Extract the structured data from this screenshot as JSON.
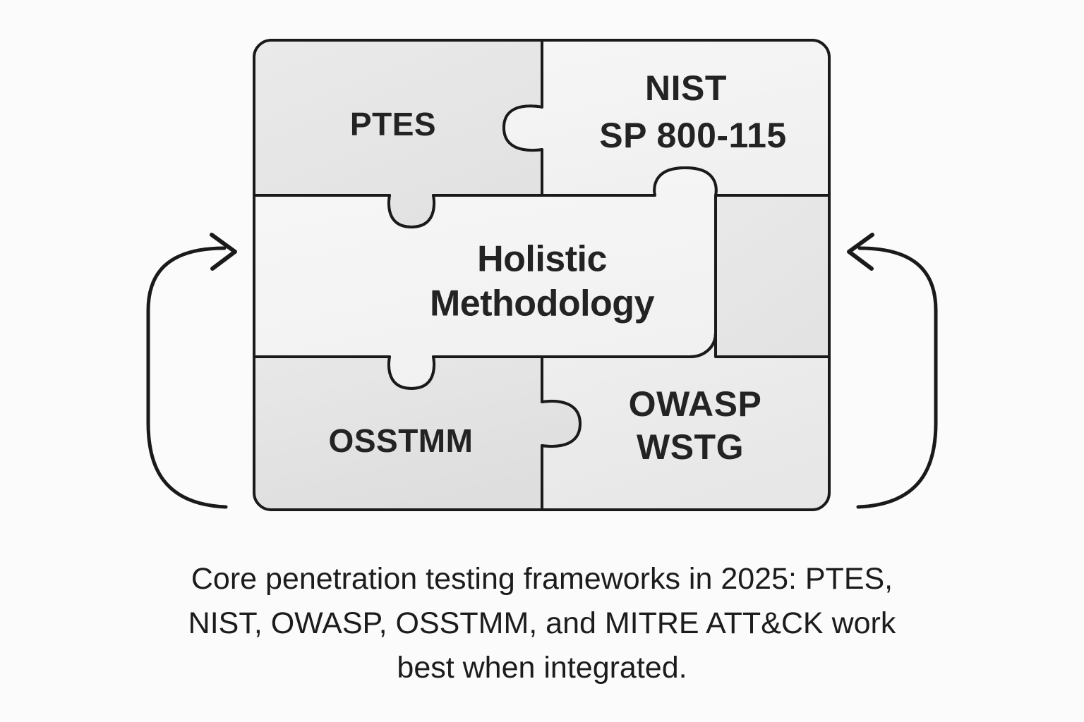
{
  "diagram": {
    "title_concept": "Holistic Methodology",
    "pieces": [
      {
        "id": "ptes",
        "label": "PTES",
        "label2": "",
        "fill": "#e7e7e7",
        "position": "top-left"
      },
      {
        "id": "nist",
        "label": "NIST",
        "label2": "SP 800-115",
        "fill": "#f3f3f3",
        "position": "top-right"
      },
      {
        "id": "center",
        "label": "Holistic",
        "label2": "Methodology",
        "fill": "#f4f4f4",
        "position": "center"
      },
      {
        "id": "osstmm",
        "label": "OSSTMM",
        "label2": "",
        "fill": "#e3e3e3",
        "position": "bottom-left"
      },
      {
        "id": "owasp",
        "label": "OWASP",
        "label2": "WSTG",
        "fill": "#eaeaea",
        "position": "bottom-right"
      }
    ],
    "arrows": [
      {
        "id": "left-arrow",
        "direction": "right",
        "description": "curved arrow pointing into puzzle from left"
      },
      {
        "id": "right-arrow",
        "direction": "left",
        "description": "curved arrow pointing into puzzle from right"
      }
    ],
    "colors": {
      "background": "#fbfbfb",
      "stroke": "#1a1a1a",
      "text": "#232323",
      "caption_text": "#1c1c1c",
      "piece_light": "#f4f4f4",
      "piece_mid": "#eaeaea",
      "piece_dark": "#e3e3e3"
    }
  },
  "caption": {
    "full": "Core penetration testing frameworks in 2025: PTES, NIST, OWASP, OSSTMM, and MITRE ATT&CK work best when integrated.",
    "lines": [
      "Core penetration testing frameworks in 2025: PTES,",
      "NIST, OWASP, OSSTMM, and MITRE ATT&CK work",
      "best when integrated."
    ]
  }
}
